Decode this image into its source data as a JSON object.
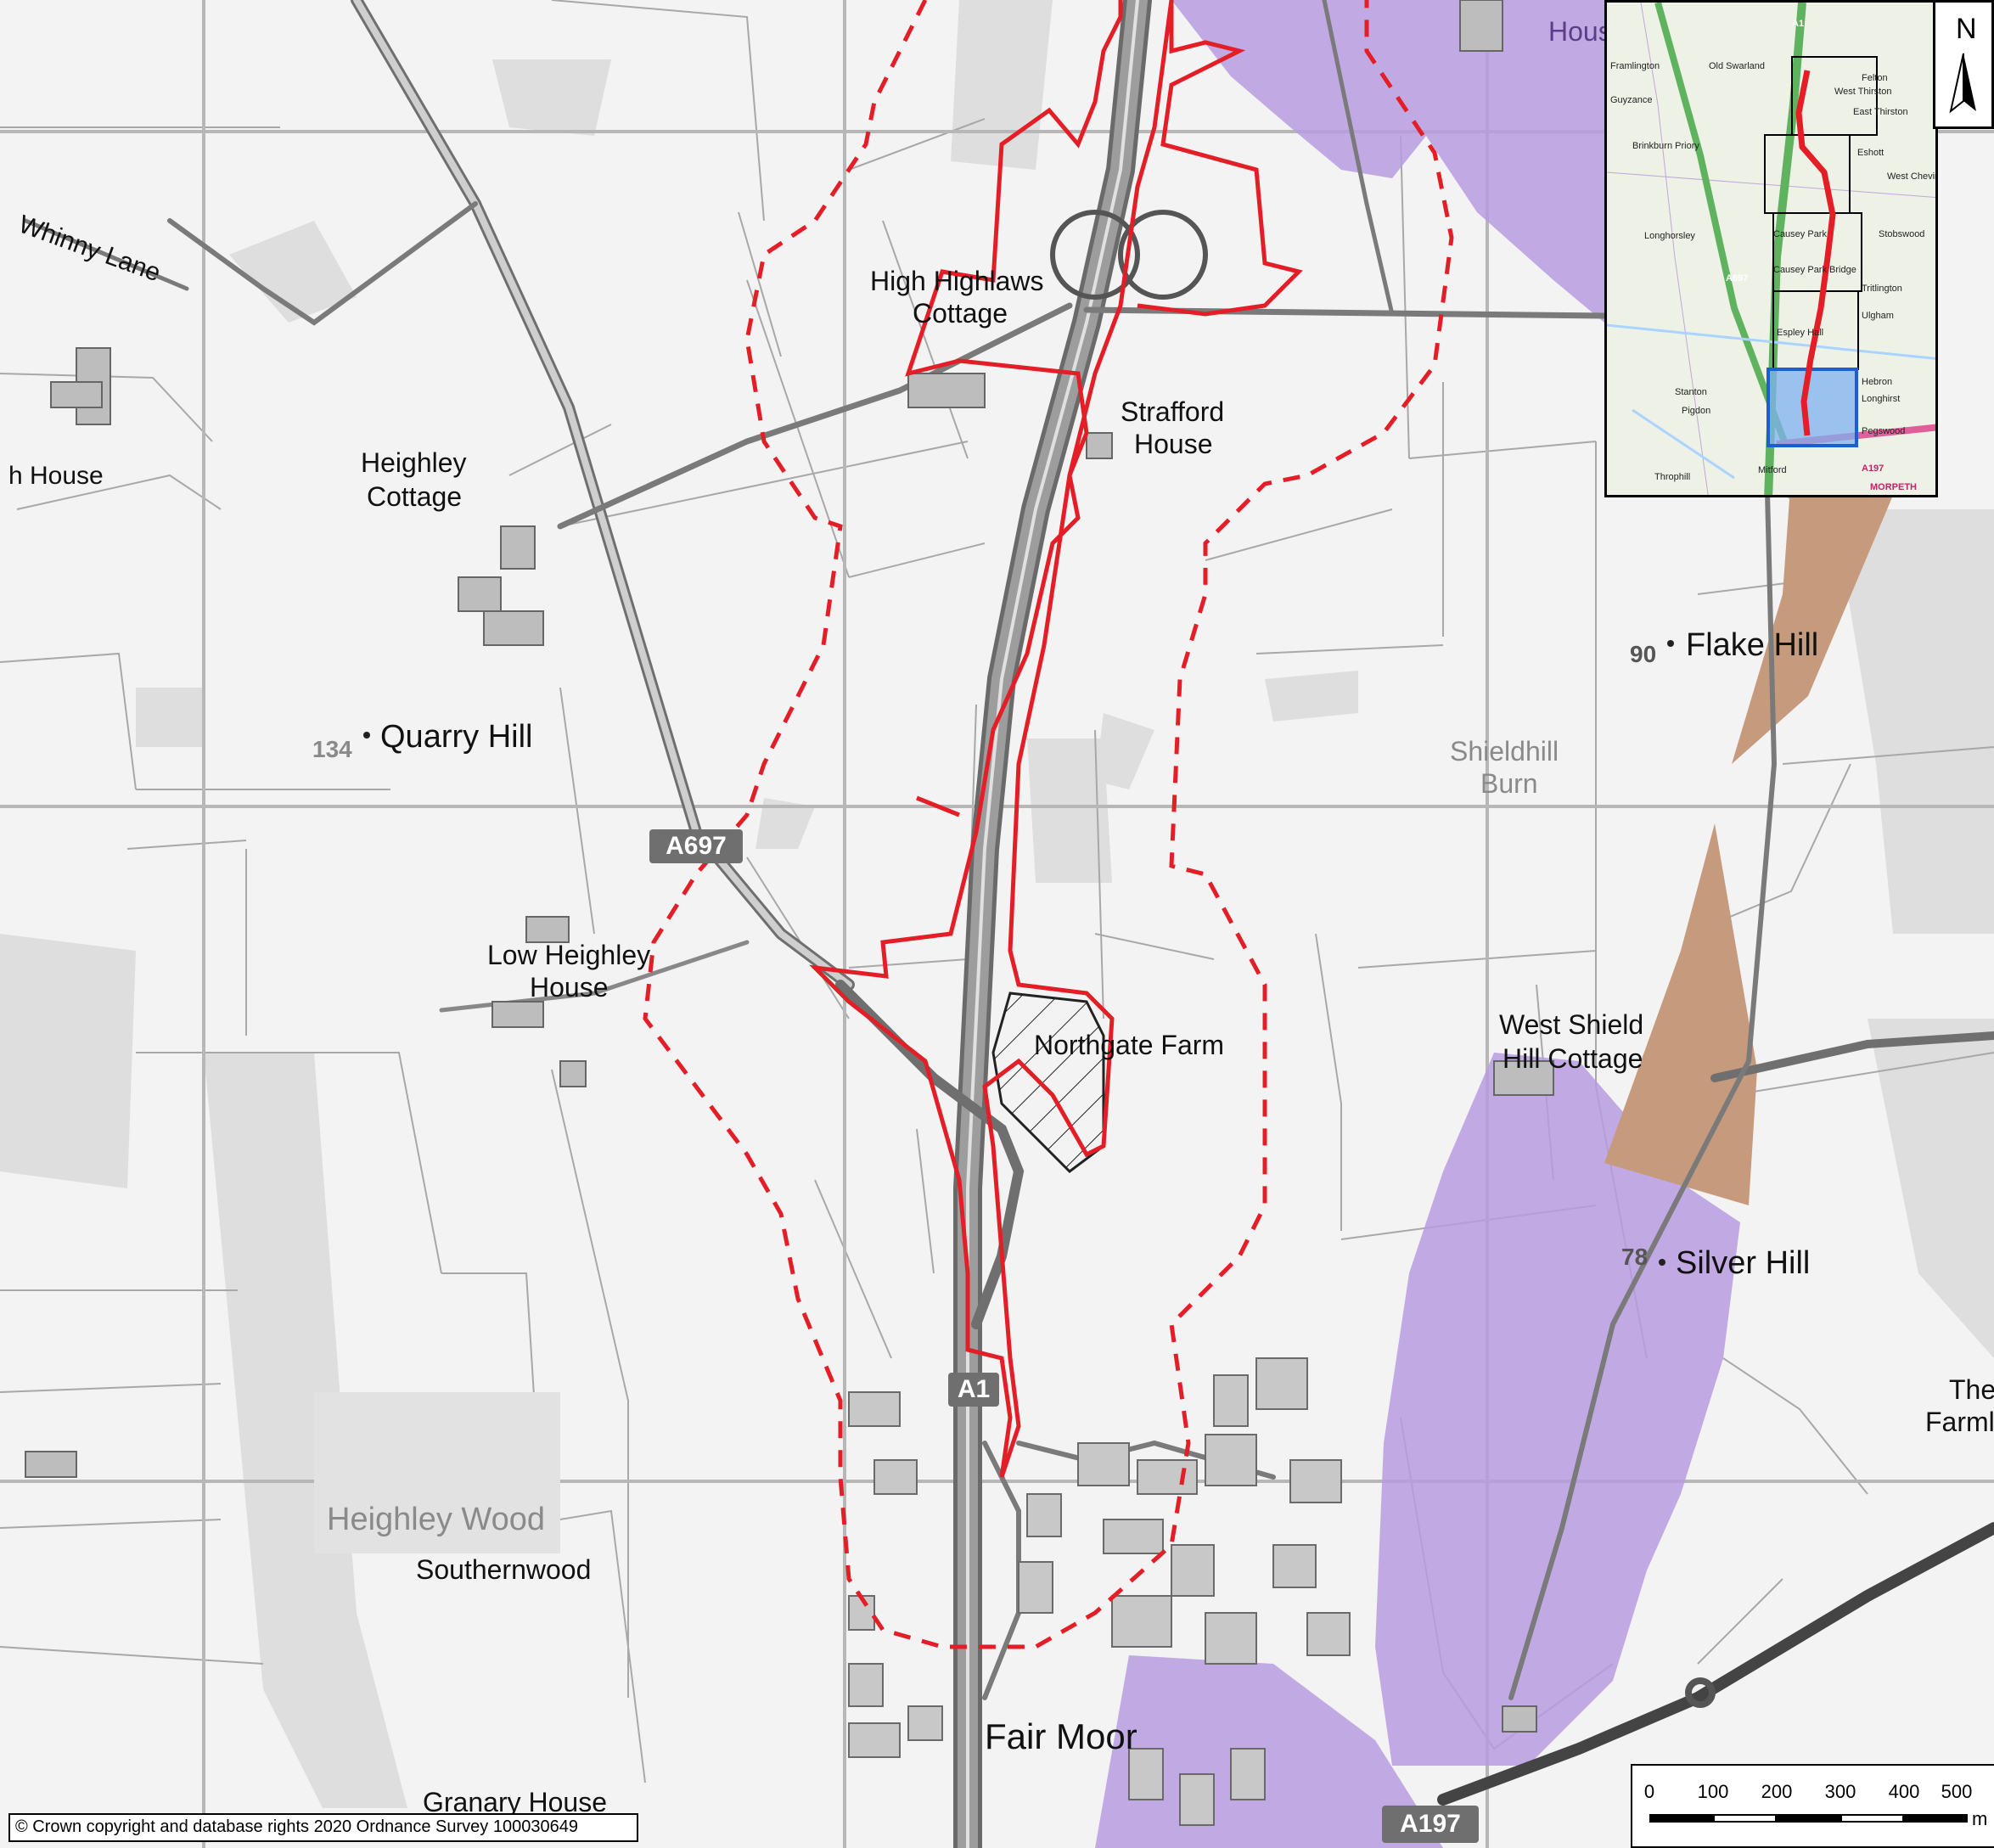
{
  "map": {
    "place_labels": {
      "quarry_hill": "Quarry Hill",
      "quarry_hill_height": "134",
      "heighley_cottage": [
        "Heighley",
        "Cottage"
      ],
      "high_highlaws": [
        "High Highlaws",
        "Cottage"
      ],
      "strafford_house": [
        "Strafford",
        "House"
      ],
      "low_heighley": [
        "Low Heighley",
        "House"
      ],
      "northgate_farm": "Northgate Farm",
      "flake_hill": "Flake Hill",
      "flake_hill_height": "90",
      "shieldhill_burn": [
        "Shieldhill",
        "Burn"
      ],
      "west_shield": [
        "West Shield",
        "Hill Cottage"
      ],
      "silver_hill": "Silver Hill",
      "silver_hill_height": "78",
      "heighley_wood": "Heighley Wood",
      "southernwood": "Southernwood",
      "fair_moor": "Fair Moor",
      "granary_house": "Granary House",
      "whinny_lane": "Whinny Lane",
      "house_left": "h House",
      "house_top": "Hous",
      "the_farm": [
        "The",
        "Farml"
      ]
    },
    "road_shields": {
      "a697": "A697",
      "a1": "A1",
      "a197": "A197"
    },
    "colors": {
      "boundary": "#e41e26",
      "designation_purple": "#b79be0",
      "designation_brown": "#c69a7c",
      "inset_highlight": "#7fb0f0"
    }
  },
  "inset": {
    "labels": [
      "Old Swarland",
      "Framlington",
      "Guyzance",
      "Felton",
      "West Thirston",
      "East Thirston",
      "Brinkburn Priory",
      "Eshott",
      "West Chevington",
      "Longhorsley",
      "Causey Park",
      "Causey Park Bridge",
      "Stobswood",
      "Tritlington",
      "Ulgham",
      "Espley Hall",
      "Hebron",
      "Longhirst",
      "Stanton",
      "Pigdon",
      "Pegswood",
      "Throphill",
      "Mitford",
      "MORPETH",
      "A697",
      "A1",
      "A197"
    ]
  },
  "north_arrow": {
    "label": "N"
  },
  "scale_bar": {
    "ticks": [
      "0",
      "100",
      "200",
      "300",
      "400",
      "500"
    ],
    "unit": "m"
  },
  "copyright": "© Crown copyright and database rights 2020  Ordnance Survey 100030649"
}
